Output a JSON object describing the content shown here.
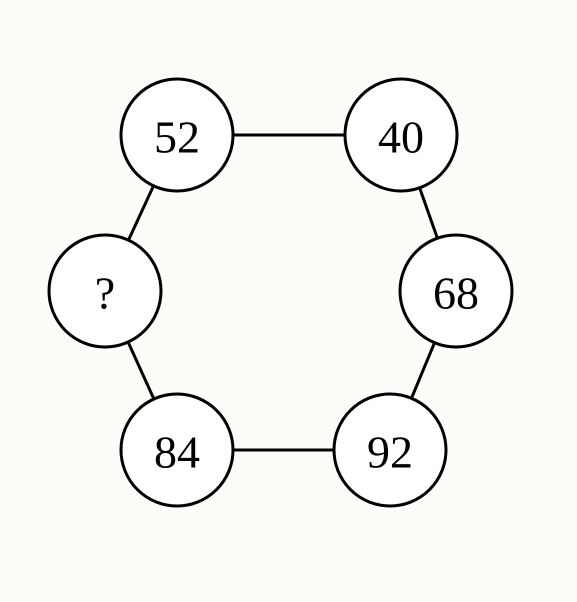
{
  "puzzle": {
    "nodes": [
      {
        "id": "top-left",
        "value": "52"
      },
      {
        "id": "top-right",
        "value": "40"
      },
      {
        "id": "right",
        "value": "68"
      },
      {
        "id": "bottom-right",
        "value": "92"
      },
      {
        "id": "bottom-left",
        "value": "84"
      },
      {
        "id": "left",
        "value": "?"
      }
    ],
    "edges": [
      [
        "top-left",
        "top-right"
      ],
      [
        "top-right",
        "right"
      ],
      [
        "right",
        "bottom-right"
      ],
      [
        "bottom-right",
        "bottom-left"
      ],
      [
        "bottom-left",
        "left"
      ],
      [
        "left",
        "top-left"
      ]
    ]
  },
  "colors": {
    "background": "#fcfcf9",
    "stroke": "#000000",
    "node_fill": "#ffffff"
  }
}
